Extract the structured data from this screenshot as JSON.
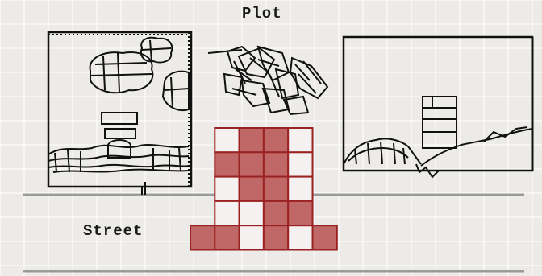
{
  "labels": {
    "plot": "Plot",
    "street": "Street"
  },
  "colors": {
    "background": "#ecebe8",
    "grid": "#ffffff",
    "ink": "#111111",
    "street_line": "#9a9a9a",
    "cell_filled": "#c06868",
    "cell_empty": "#f6f1f1",
    "cell_border": "#9b2222"
  },
  "block_grid": {
    "columns": 6,
    "rows": 5,
    "filled": [
      [
        0,
        0,
        1,
        1,
        0,
        0
      ],
      [
        0,
        1,
        1,
        1,
        0,
        0
      ],
      [
        0,
        0,
        1,
        1,
        0,
        0
      ],
      [
        0,
        0,
        0,
        1,
        1,
        0
      ],
      [
        1,
        1,
        0,
        1,
        0,
        1
      ]
    ]
  }
}
